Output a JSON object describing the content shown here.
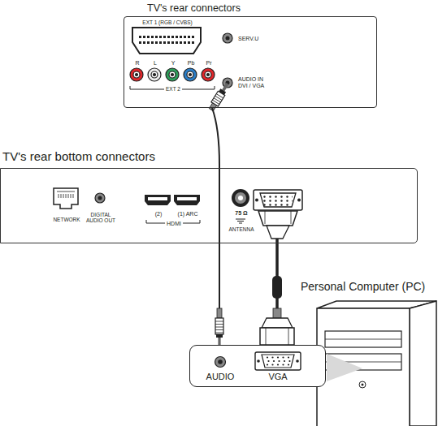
{
  "diagram": {
    "nodes": [
      {
        "text": [
          "TV's rear connectors"
        ]
      },
      {
        "text": [
          "TV's rear bottom connectors"
        ]
      },
      {
        "text": [
          "Personal Computer (PC)"
        ]
      },
      {
        "text": [
          "AUDIO",
          "VGA"
        ]
      }
    ],
    "edges": [
      {
        "from": 0,
        "to": 3,
        "arrow": "none"
      },
      {
        "from": 1,
        "to": 3,
        "arrow": "none"
      }
    ],
    "labels": [
      "EXT 1 (RGB / CVBS)",
      "SERV.U",
      "R",
      "L",
      "Y",
      "Pb",
      "Pr",
      "EXT 2",
      "AUDIO IN DVI / VGA",
      "NETWORK",
      "DIGITAL AUDIO OUT",
      "(2)",
      "(1) ARC",
      "HDMI",
      "75 Ω",
      "ANTENNA"
    ]
  }
}
